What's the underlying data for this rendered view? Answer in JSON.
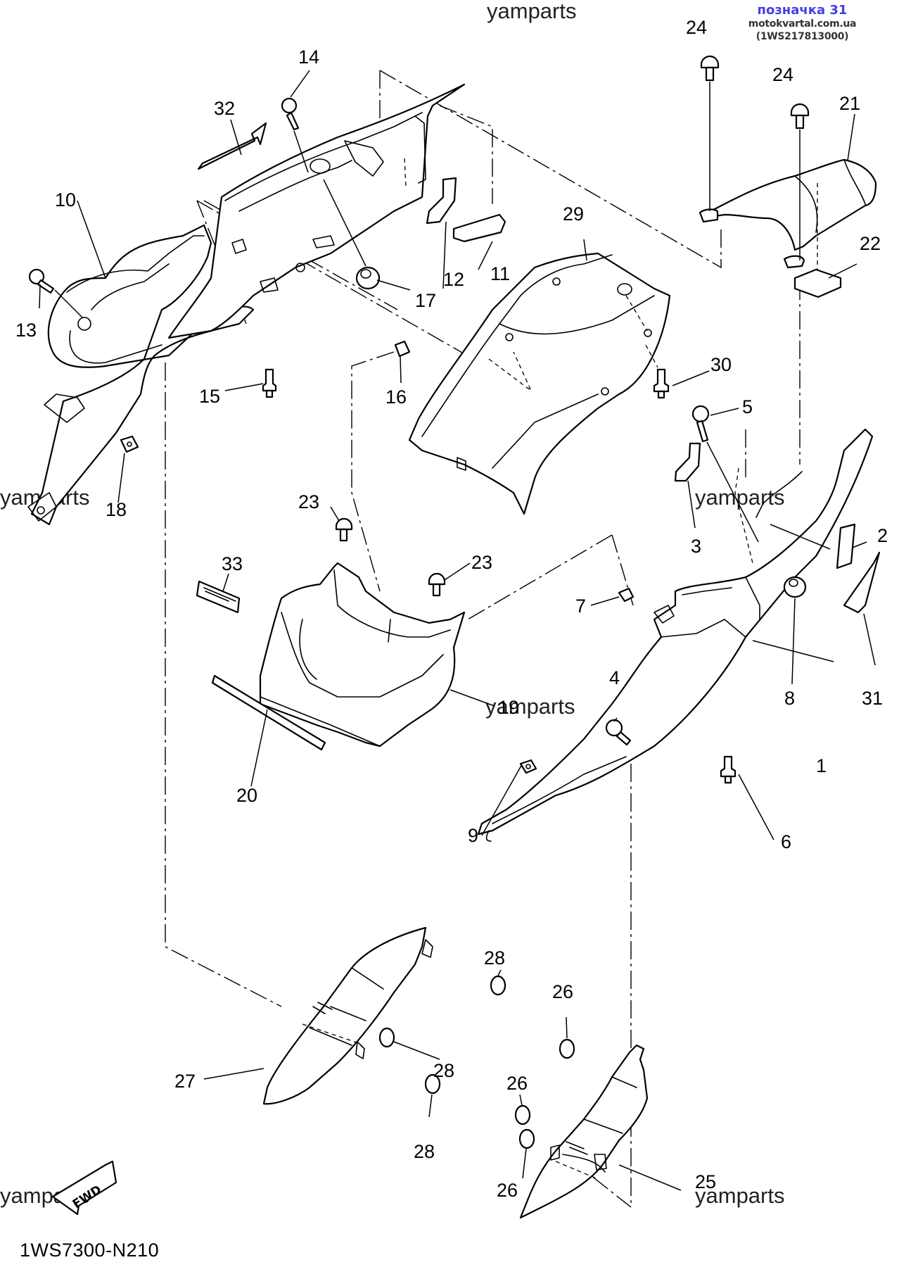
{
  "header": {
    "watermark_top": "yamparts",
    "badge_title": "позначка 31",
    "badge_subtitle": "motokvartal.com.ua (1WS217813000)"
  },
  "diagram": {
    "code": "1WS7300-N210",
    "fwd_label": "FWD",
    "watermarks": [
      "yamparts",
      "yamparts",
      "yamparts",
      "yamparts",
      "yamparts"
    ],
    "callouts": [
      {
        "id": "c1",
        "number": "1"
      },
      {
        "id": "c2",
        "number": "2"
      },
      {
        "id": "c3",
        "number": "3"
      },
      {
        "id": "c4",
        "number": "4"
      },
      {
        "id": "c5",
        "number": "5"
      },
      {
        "id": "c6",
        "number": "6"
      },
      {
        "id": "c7",
        "number": "7"
      },
      {
        "id": "c8",
        "number": "8"
      },
      {
        "id": "c9",
        "number": "9"
      },
      {
        "id": "c10",
        "number": "10"
      },
      {
        "id": "c11",
        "number": "11"
      },
      {
        "id": "c12",
        "number": "12"
      },
      {
        "id": "c13",
        "number": "13"
      },
      {
        "id": "c14",
        "number": "14"
      },
      {
        "id": "c15",
        "number": "15"
      },
      {
        "id": "c16",
        "number": "16"
      },
      {
        "id": "c17",
        "number": "17"
      },
      {
        "id": "c18",
        "number": "18"
      },
      {
        "id": "c19",
        "number": "19"
      },
      {
        "id": "c20",
        "number": "20"
      },
      {
        "id": "c21",
        "number": "21"
      },
      {
        "id": "c22",
        "number": "22"
      },
      {
        "id": "c23a",
        "number": "23"
      },
      {
        "id": "c23b",
        "number": "23"
      },
      {
        "id": "c24a",
        "number": "24"
      },
      {
        "id": "c24b",
        "number": "24"
      },
      {
        "id": "c25",
        "number": "25"
      },
      {
        "id": "c26a",
        "number": "26"
      },
      {
        "id": "c26b",
        "number": "26"
      },
      {
        "id": "c26c",
        "number": "26"
      },
      {
        "id": "c27",
        "number": "27"
      },
      {
        "id": "c28a",
        "number": "28"
      },
      {
        "id": "c28b",
        "number": "28"
      },
      {
        "id": "c28c",
        "number": "28"
      },
      {
        "id": "c29",
        "number": "29"
      },
      {
        "id": "c30",
        "number": "30"
      },
      {
        "id": "c31",
        "number": "31"
      },
      {
        "id": "c32",
        "number": "32"
      },
      {
        "id": "c33",
        "number": "33"
      }
    ]
  }
}
